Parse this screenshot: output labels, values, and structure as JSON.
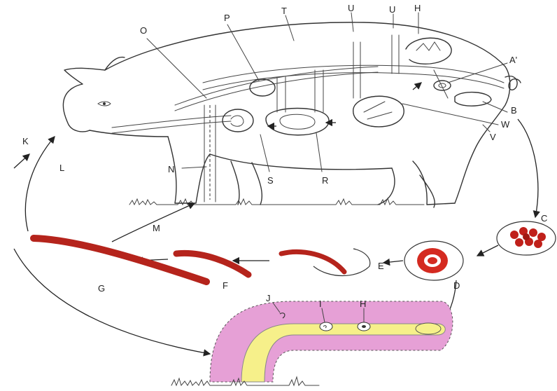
{
  "diagram": {
    "labels": {
      "A_prime": "A'",
      "B": "B",
      "C": "C",
      "D": "D",
      "E": "E",
      "F": "F",
      "G": "G",
      "H": "H",
      "I": "I",
      "J": "J",
      "K": "K",
      "L": "L",
      "M": "M",
      "N": "N",
      "O": "O",
      "P": "P",
      "R": "R",
      "S": "S",
      "T": "T",
      "U1": "U",
      "U2": "U",
      "V": "V",
      "W": "W",
      "top_right": "H"
    },
    "colors": {
      "worm": "#b5241c",
      "egg": "#c0201a",
      "intestine_wall": "#e6a0d6",
      "intestine_lumen": "#f6f08a",
      "line": "#333333"
    }
  }
}
